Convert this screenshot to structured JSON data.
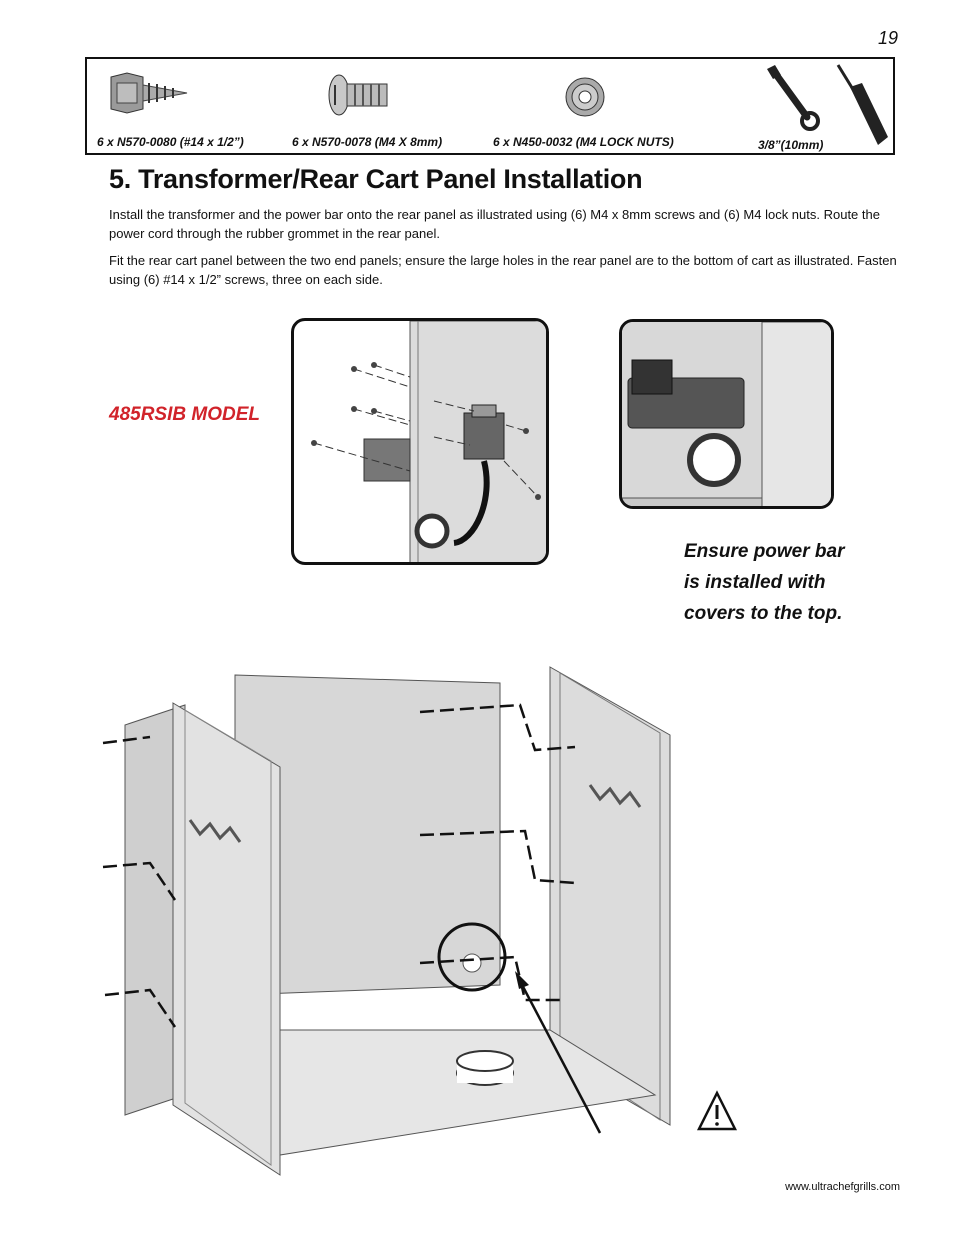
{
  "page_number": "19",
  "hardware": [
    {
      "label": "6 x N570-0080 (#14 x 1/2”)",
      "icon": "flange-screw-icon"
    },
    {
      "label": "6 x N570-0078 (M4 X 8mm)",
      "icon": "machine-screw-icon"
    },
    {
      "label": "6 x N450-0032 (M4 LOCK NUTS)",
      "icon": "lock-nut-icon"
    },
    {
      "label": "3/8”(10mm)",
      "icon": "wrench-icon"
    }
  ],
  "tools_icons": [
    "wrench-icon",
    "screwdriver-icon"
  ],
  "section_title": "5. Transformer/Rear Cart Panel Installation",
  "paragraphs": [
    "Install the transformer and the power bar onto the rear panel as illustrated using (6) M4 x 8mm screws and (6) M4 lock nuts. Route the power cord through the rubber grommet in the rear panel.",
    "Fit the rear cart panel between the two end panels; ensure the large holes in the rear panel are to the bottom of cart as illustrated.  Fasten using (6) #14 x 1/2” screws, three on each side."
  ],
  "model_label": "485RSIB MODEL",
  "note": "Ensure power bar is installed with covers to the top.",
  "website": "www.ultrachefgrills.com",
  "colors": {
    "model_label": "#d1232a",
    "panel_fill": "#dcdcdc",
    "panel_stroke": "#555555"
  }
}
